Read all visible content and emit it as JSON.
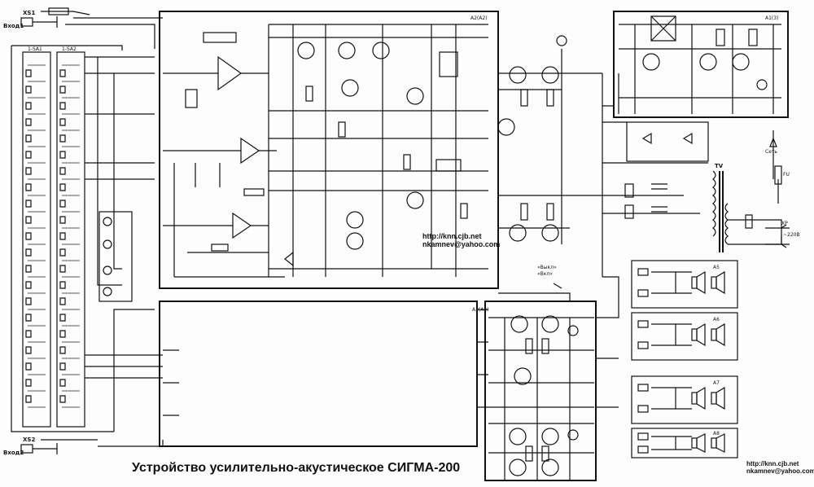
{
  "title": "Устройство усилительно-акустическое СИГМА-200",
  "watermark_center": {
    "url": "http://knn.cjb.net",
    "email": "nkamnev@yahoo.com"
  },
  "watermark_corner": {
    "url": "http://knn.cjb.net",
    "email": "nkamnev@yahoo.com"
  },
  "labels": {
    "in1": "Вход1",
    "in2": "Вход2",
    "xs1": "XS1",
    "xs2": "XS2",
    "sa1": "1-SA1",
    "sa2": "1-SA2",
    "a2": "A2(A2)",
    "a3": "A3(A4)",
    "a1": "A1(3)",
    "a5": "A5",
    "a6": "A6",
    "a7": "A7",
    "a8": "A8",
    "tv": "TV",
    "xp": "XP",
    "v220": "~220В",
    "fu": "FU",
    "mains": "Сеть",
    "knop": "«Выкл»",
    "vkl": "«Вкл»"
  }
}
